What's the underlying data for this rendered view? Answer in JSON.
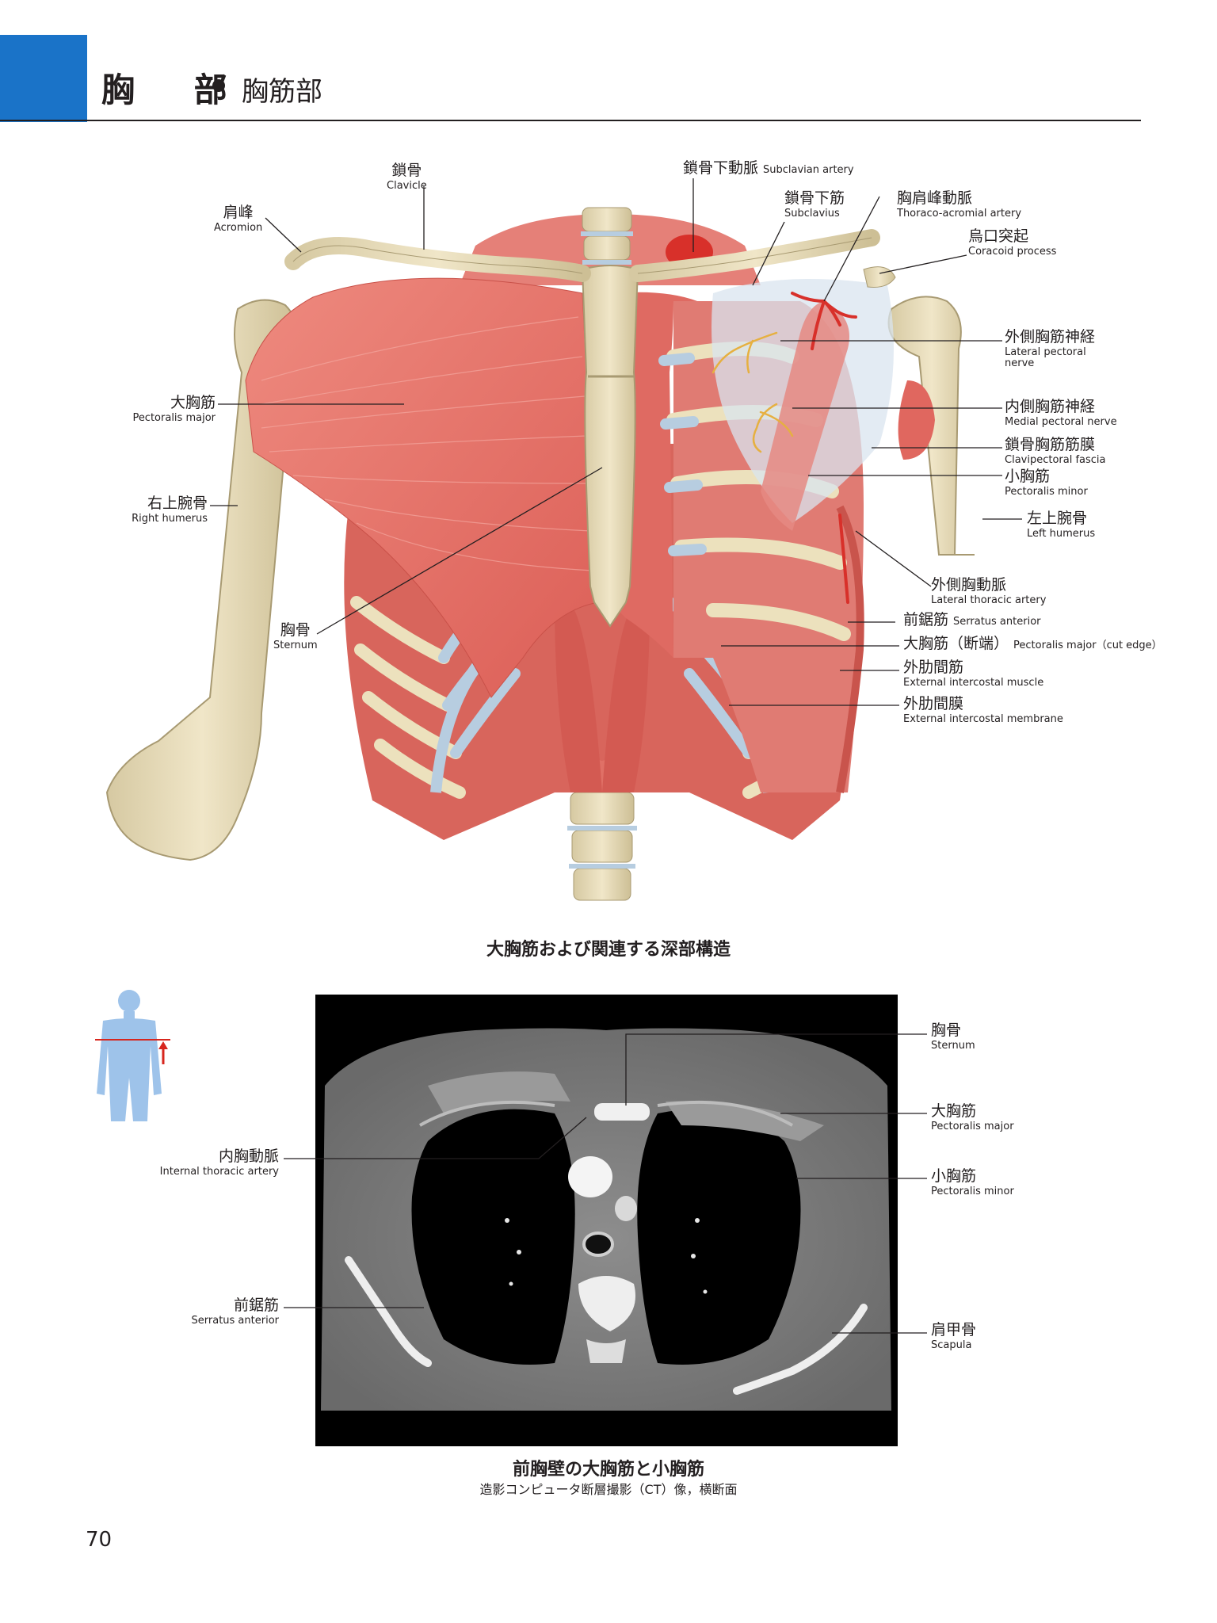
{
  "header": {
    "title": "胸 部",
    "subtitle": "胸筋部"
  },
  "figure1": {
    "labels": [
      {
        "id": "clavicle",
        "jp": "鎖骨",
        "en": "Clavicle"
      },
      {
        "id": "acromion",
        "jp": "肩峰",
        "en": "Acromion"
      },
      {
        "id": "subclavian_artery",
        "jp": "鎖骨下動脈",
        "en": "Subclavian artery"
      },
      {
        "id": "subclavius",
        "jp": "鎖骨下筋",
        "en": "Subclavius"
      },
      {
        "id": "thoraco_acromial_artery",
        "jp": "胸肩峰動脈",
        "en": "Thoraco-acromial artery"
      },
      {
        "id": "coracoid_process",
        "jp": "烏口突起",
        "en": "Coracoid process"
      },
      {
        "id": "lateral_pectoral_nerve",
        "jp": "外側胸筋神経",
        "en": "Lateral pectoral nerve"
      },
      {
        "id": "medial_pectoral_nerve",
        "jp": "内側胸筋神経",
        "en": "Medial pectoral nerve"
      },
      {
        "id": "clavipectoral_fascia",
        "jp": "鎖骨胸筋筋膜",
        "en": "Clavipectoral fascia"
      },
      {
        "id": "pectoralis_minor",
        "jp": "小胸筋",
        "en": "Pectoralis minor"
      },
      {
        "id": "left_humerus",
        "jp": "左上腕骨",
        "en": "Left humerus"
      },
      {
        "id": "pectoralis_major",
        "jp": "大胸筋",
        "en": "Pectoralis major"
      },
      {
        "id": "right_humerus",
        "jp": "右上腕骨",
        "en": "Right humerus"
      },
      {
        "id": "lateral_thoracic_artery",
        "jp": "外側胸動脈",
        "en": "Lateral thoracic artery"
      },
      {
        "id": "serratus_anterior",
        "jp": "前鋸筋",
        "en": "Serratus anterior"
      },
      {
        "id": "pectoralis_major_cut",
        "jp": "大胸筋（断端）",
        "en": "Pectoralis major（cut edge）"
      },
      {
        "id": "external_intercostal_muscle",
        "jp": "外肋間筋",
        "en": "External intercostal muscle"
      },
      {
        "id": "external_intercostal_membrane",
        "jp": "外肋間膜",
        "en": "External intercostal membrane"
      },
      {
        "id": "sternum",
        "jp": "胸骨",
        "en": "Sternum"
      }
    ],
    "caption": "大胸筋および関連する深部構造"
  },
  "figure2": {
    "labels": [
      {
        "id": "sternum",
        "jp": "胸骨",
        "en": "Sternum"
      },
      {
        "id": "pectoralis_major",
        "jp": "大胸筋",
        "en": "Pectoralis major"
      },
      {
        "id": "pectoralis_minor",
        "jp": "小胸筋",
        "en": "Pectoralis minor"
      },
      {
        "id": "scapula",
        "jp": "肩甲骨",
        "en": "Scapula"
      },
      {
        "id": "internal_thoracic_artery",
        "jp": "内胸動脈",
        "en": "Internal thoracic artery"
      },
      {
        "id": "serratus_anterior",
        "jp": "前鋸筋",
        "en": "Serratus anterior"
      }
    ],
    "caption": "前胸壁の大胸筋と小胸筋",
    "subcaption": "造影コンピュータ断層撮影（CT）像，横断面"
  },
  "page_number": "70",
  "colors": {
    "accent_blue": "#1a73c8",
    "muscle": "#e8726a",
    "bone": "#e8dcb5",
    "cartilage": "#b9cfe0",
    "artery": "#d8302a",
    "nerve": "#e6b040",
    "ct_background": "#000000",
    "body_icon": "#9ec3ea",
    "level_marker": "#d7261e"
  }
}
